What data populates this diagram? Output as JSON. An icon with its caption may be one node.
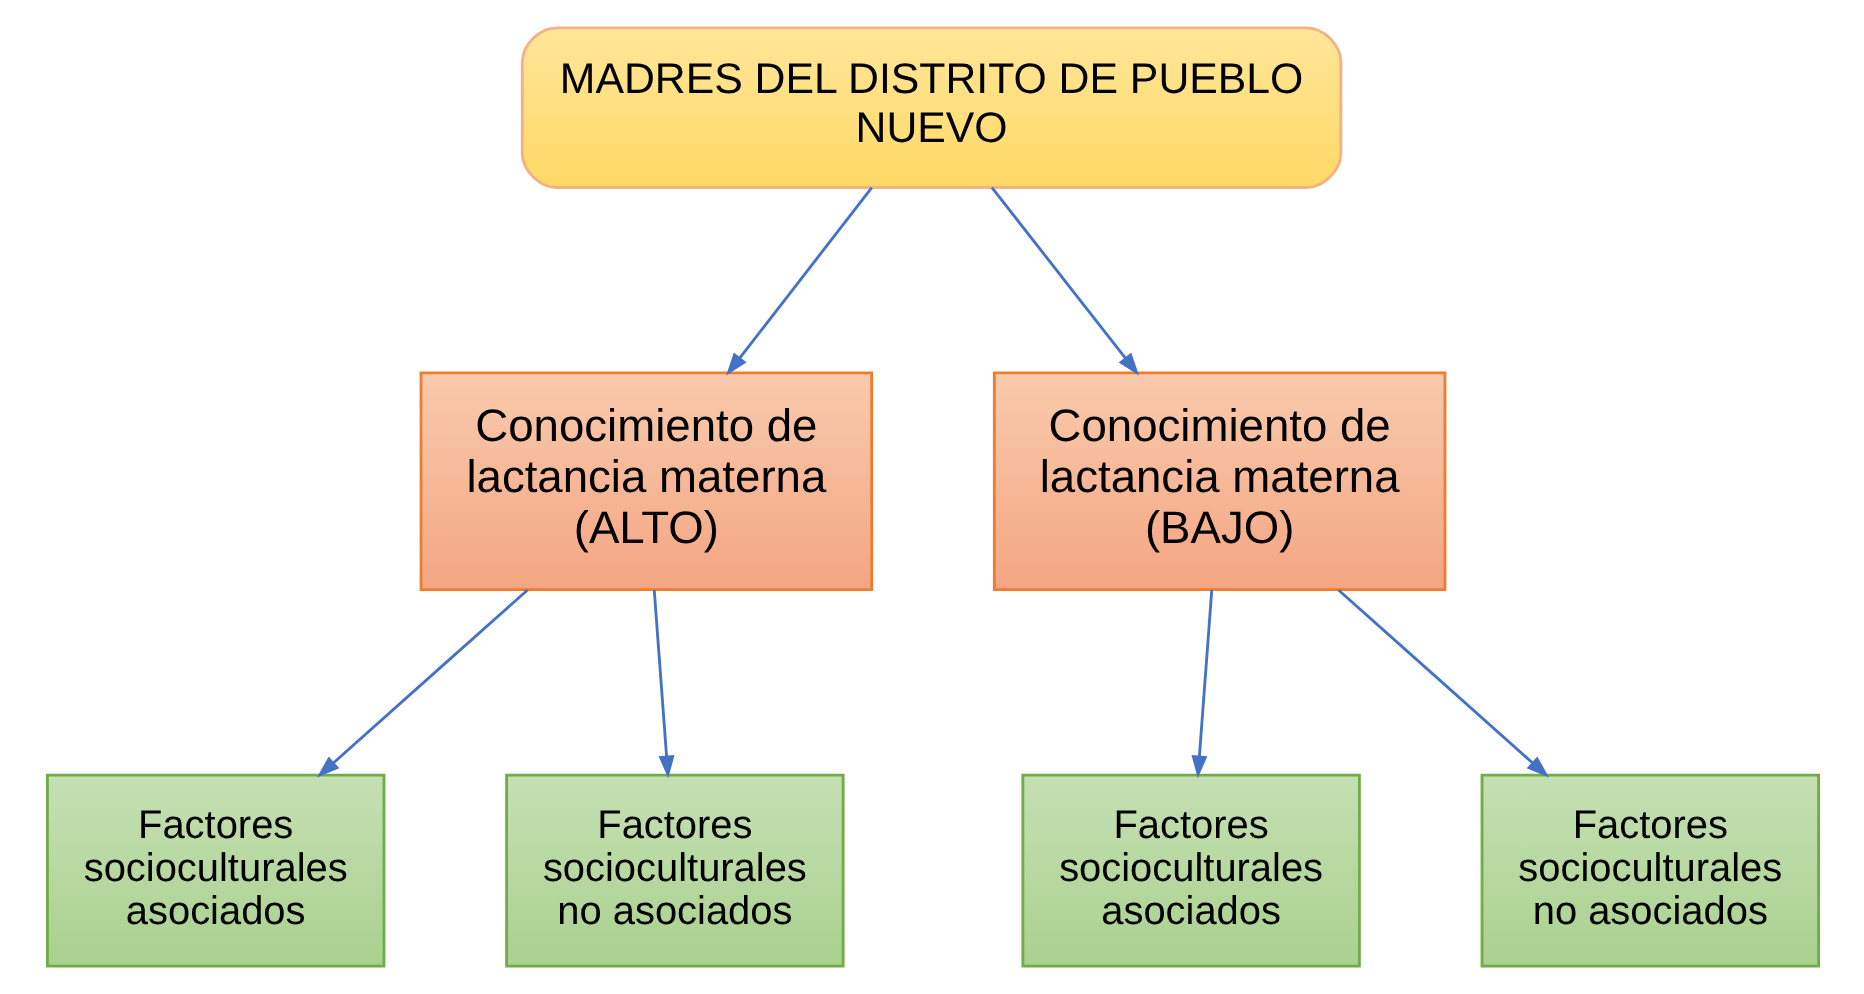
{
  "diagram": {
    "nodes": [
      {
        "text": [
          "MADRES DEL DISTRITO DE PUEBLO NUEVO"
        ]
      },
      {
        "text": [
          "Conocimiento de lactancia materna (ALTO)"
        ]
      },
      {
        "text": [
          "Conocimiento de lactancia materna (BAJO)"
        ]
      },
      {
        "text": [
          "Factores socioculturales asociados"
        ]
      },
      {
        "text": [
          "Factores socioculturales no asociados"
        ]
      },
      {
        "text": [
          "Factores socioculturales asociados"
        ]
      },
      {
        "text": [
          "Factores socioculturales no asociados"
        ]
      }
    ],
    "edges": [
      {
        "from": 0,
        "to": 1,
        "arrow": "to"
      },
      {
        "from": 0,
        "to": 2,
        "arrow": "to"
      },
      {
        "from": 1,
        "to": 3,
        "arrow": "to"
      },
      {
        "from": 1,
        "to": 4,
        "arrow": "to"
      },
      {
        "from": 2,
        "to": 5,
        "arrow": "to"
      },
      {
        "from": 2,
        "to": 6,
        "arrow": "to"
      }
    ]
  }
}
